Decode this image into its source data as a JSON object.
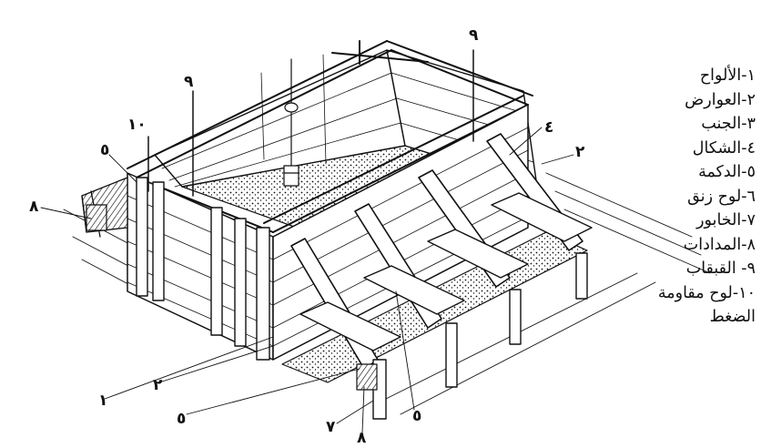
{
  "legend": [
    "١-الألواح",
    "٢-العوارض",
    "٣-الجنب",
    "٤-الشكال",
    "٥-الدكمة",
    "٦-لوح زنق",
    "٧-الخابور",
    "٨-المدادات",
    "٩- القبقاب",
    "١٠-لوح مقاومة الضغط"
  ],
  "callouts": {
    "c9_top": "٩",
    "c9_left": "٩",
    "c10": "١٠",
    "c5_left": "٥",
    "c8_left": "٨",
    "c4": "٤",
    "c2_right": "٢",
    "c1": "١",
    "c2_bottom": "٢",
    "c5_bottom": "٥",
    "c5_center": "٥",
    "c7": "٧",
    "c8_bottom": "٨"
  },
  "colors": {
    "ink": "#111111",
    "background": "#ffffff"
  }
}
